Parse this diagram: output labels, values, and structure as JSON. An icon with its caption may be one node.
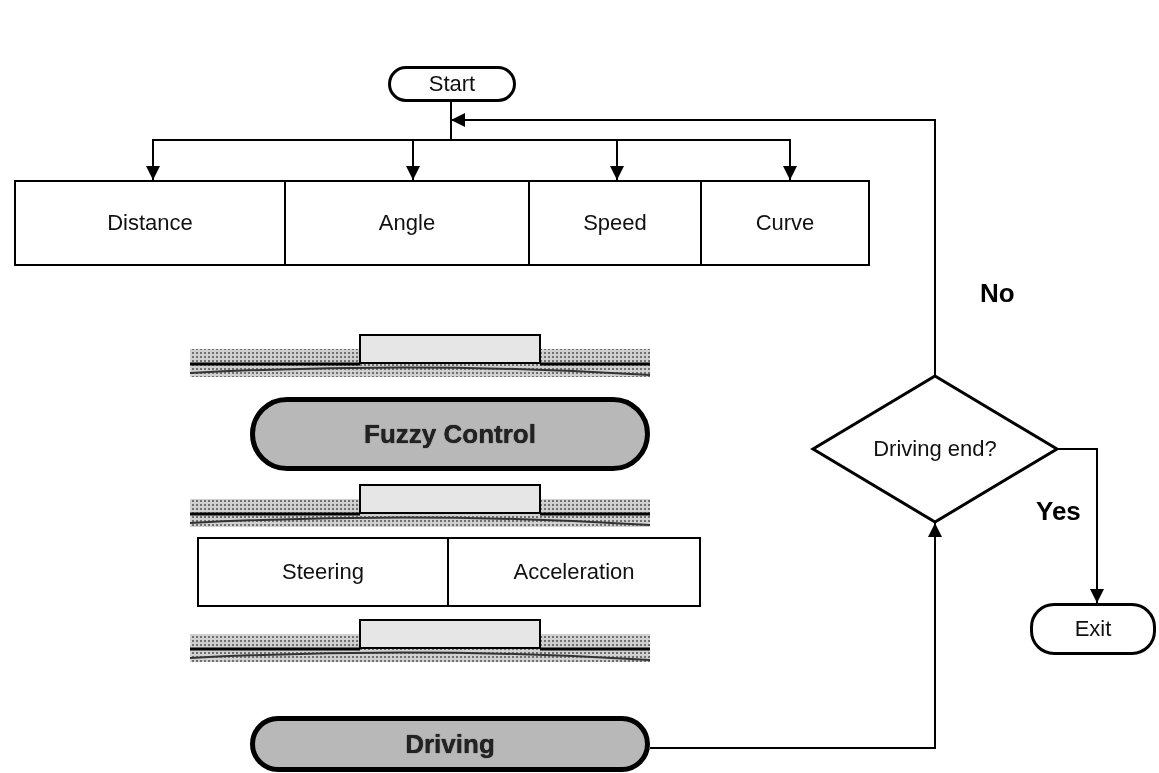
{
  "diagram": {
    "nodes": [
      {
        "text": [
          "Start"
        ]
      },
      {
        "text": [
          "Distance"
        ]
      },
      {
        "text": [
          "Angle"
        ]
      },
      {
        "text": [
          "Speed"
        ]
      },
      {
        "text": [
          "Curve"
        ]
      },
      {
        "text": [
          "Fuzzy Control"
        ]
      },
      {
        "text": [
          "Steering"
        ]
      },
      {
        "text": [
          "Acceleration"
        ]
      },
      {
        "text": [
          "Driving"
        ]
      },
      {
        "text": [
          "Driving end?"
        ]
      },
      {
        "text": [
          "Exit"
        ]
      }
    ],
    "edges": [
      {
        "from": 0,
        "to": 1,
        "arrow": "to"
      },
      {
        "from": 0,
        "to": 2,
        "arrow": "to"
      },
      {
        "from": 0,
        "to": 3,
        "arrow": "to"
      },
      {
        "from": 0,
        "to": 4,
        "arrow": "to"
      },
      {
        "from": 8,
        "to": 9,
        "arrow": "to"
      },
      {
        "from": 9,
        "to": 0,
        "arrow": "to",
        "label": "No"
      },
      {
        "from": 9,
        "to": 10,
        "arrow": "to",
        "label": "Yes"
      }
    ]
  }
}
